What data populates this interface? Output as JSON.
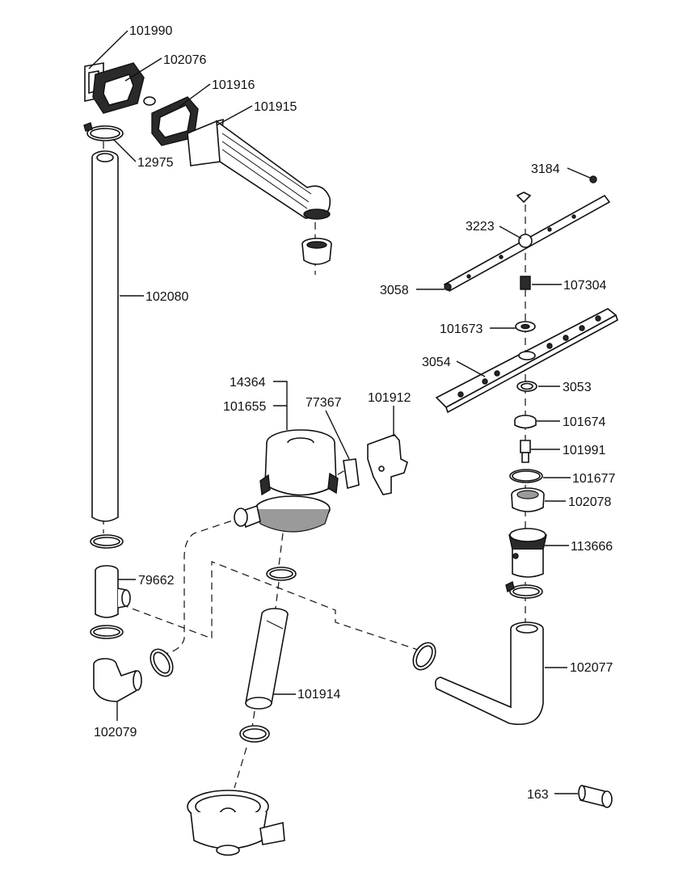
{
  "callouts": [
    {
      "id": "c101990",
      "text": "101990"
    },
    {
      "id": "c102076",
      "text": "102076"
    },
    {
      "id": "c101916",
      "text": "101916"
    },
    {
      "id": "c101915",
      "text": "101915"
    },
    {
      "id": "c12975",
      "text": "12975"
    },
    {
      "id": "c102080",
      "text": "102080"
    },
    {
      "id": "c3184",
      "text": "3184"
    },
    {
      "id": "c3223",
      "text": "3223"
    },
    {
      "id": "c3058",
      "text": "3058"
    },
    {
      "id": "c107304",
      "text": "107304"
    },
    {
      "id": "c101673",
      "text": "101673"
    },
    {
      "id": "c3054",
      "text": "3054"
    },
    {
      "id": "c3053",
      "text": "3053"
    },
    {
      "id": "c14364",
      "text": "14364"
    },
    {
      "id": "c101655",
      "text": "101655"
    },
    {
      "id": "c77367",
      "text": "77367"
    },
    {
      "id": "c101912",
      "text": "101912"
    },
    {
      "id": "c101674",
      "text": "101674"
    },
    {
      "id": "c101991",
      "text": "101991"
    },
    {
      "id": "c101677",
      "text": "101677"
    },
    {
      "id": "c102078",
      "text": "102078"
    },
    {
      "id": "c113666",
      "text": "113666"
    },
    {
      "id": "c79662",
      "text": "79662"
    },
    {
      "id": "c102077",
      "text": "102077"
    },
    {
      "id": "c101914",
      "text": "101914"
    },
    {
      "id": "c102079",
      "text": "102079"
    },
    {
      "id": "c163",
      "text": "163"
    }
  ]
}
